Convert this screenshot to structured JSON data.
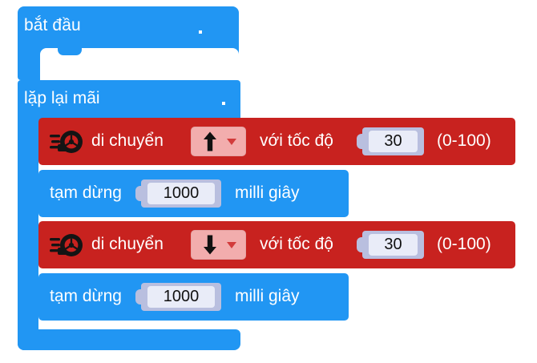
{
  "app": {
    "kind": "block-programming-editor",
    "language": "vi"
  },
  "colors": {
    "event_blue": "#2196f3",
    "control_blue": "#2196f3",
    "motor_red": "#c8221f",
    "dropdown_pink": "#f2adad",
    "input_slot": "#b9bfdf",
    "input_field": "#e9ecf8",
    "text_white": "#ffffff",
    "text_dark": "#111111",
    "canvas": "#ffffff"
  },
  "script": {
    "start_block": {
      "label": "bắt đầu",
      "trailing_mark": "."
    },
    "forever_block": {
      "label": "lặp lại mãi",
      "trailing_mark": "."
    },
    "statements": [
      {
        "type": "motor-move",
        "icon": "wheel-icon",
        "label": "di chuyển",
        "direction_value": "↑",
        "direction_caret": "▾",
        "speed_label": "với tốc độ",
        "speed_value": "30",
        "range_hint": "(0-100)"
      },
      {
        "type": "pause",
        "label": "tạm dừng",
        "duration_value": "1000",
        "unit_label": "milli giây"
      },
      {
        "type": "motor-move",
        "icon": "wheel-icon",
        "label": "di chuyển",
        "direction_value": "↓",
        "direction_caret": "▾",
        "speed_label": "với tốc độ",
        "speed_value": "30",
        "range_hint": "(0-100)"
      },
      {
        "type": "pause",
        "label": "tạm dừng",
        "duration_value": "1000",
        "unit_label": "milli giây"
      }
    ]
  }
}
